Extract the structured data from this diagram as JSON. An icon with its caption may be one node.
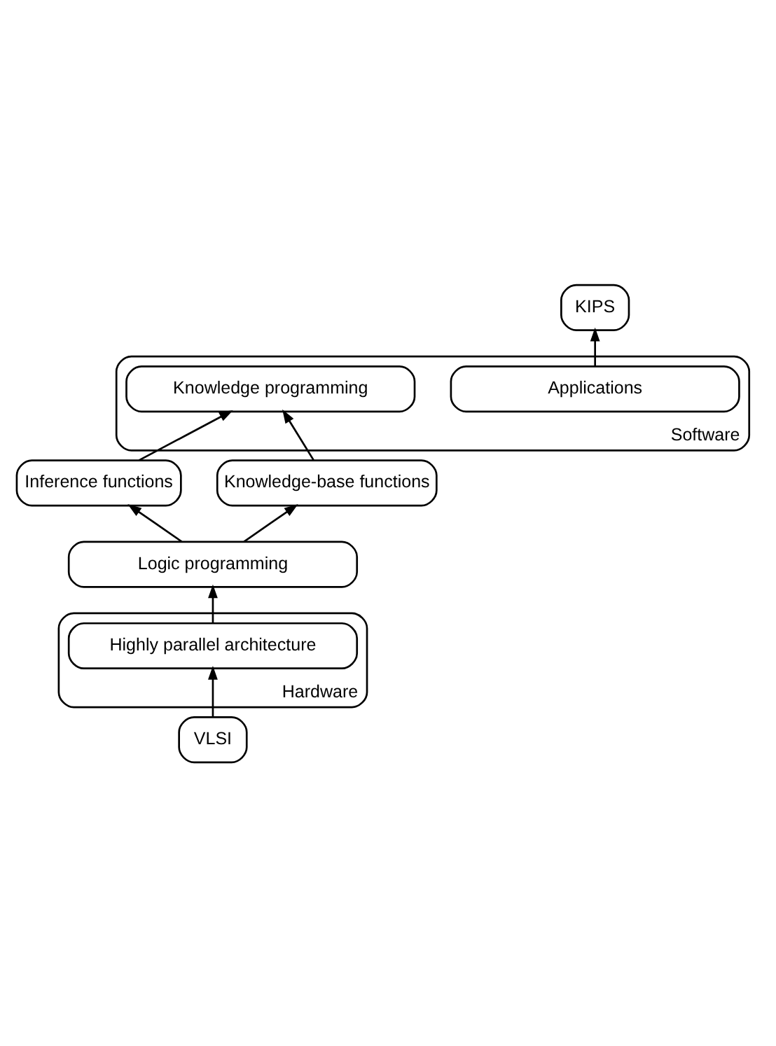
{
  "diagram": {
    "nodes": [
      {
        "text": [
          "KIPS"
        ]
      },
      {
        "text": [
          "Software"
        ]
      },
      {
        "text": [
          "Applications"
        ],
        "in": 1
      },
      {
        "text": [
          "Knowledge programming"
        ],
        "in": 1
      },
      {
        "text": [
          "Hardware"
        ]
      },
      {
        "text": [
          "Inference functions"
        ]
      },
      {
        "text": [
          "Knowledge-base functions"
        ]
      },
      {
        "text": [
          "Logic programming"
        ]
      },
      {
        "text": [
          "Highly parallel architecture"
        ],
        "in": 4
      },
      {
        "text": [
          "VLSI"
        ]
      }
    ],
    "edges": [
      {
        "from": 2,
        "to": 0,
        "arrow": "to"
      },
      {
        "from": 5,
        "to": 3,
        "arrow": "to"
      },
      {
        "from": 6,
        "to": 3,
        "arrow": "to"
      },
      {
        "from": 7,
        "to": 5,
        "arrow": "to"
      },
      {
        "from": 7,
        "to": 6,
        "arrow": "to"
      },
      {
        "from": 8,
        "to": 7,
        "arrow": "to"
      },
      {
        "from": 9,
        "to": 8,
        "arrow": "to"
      }
    ]
  }
}
